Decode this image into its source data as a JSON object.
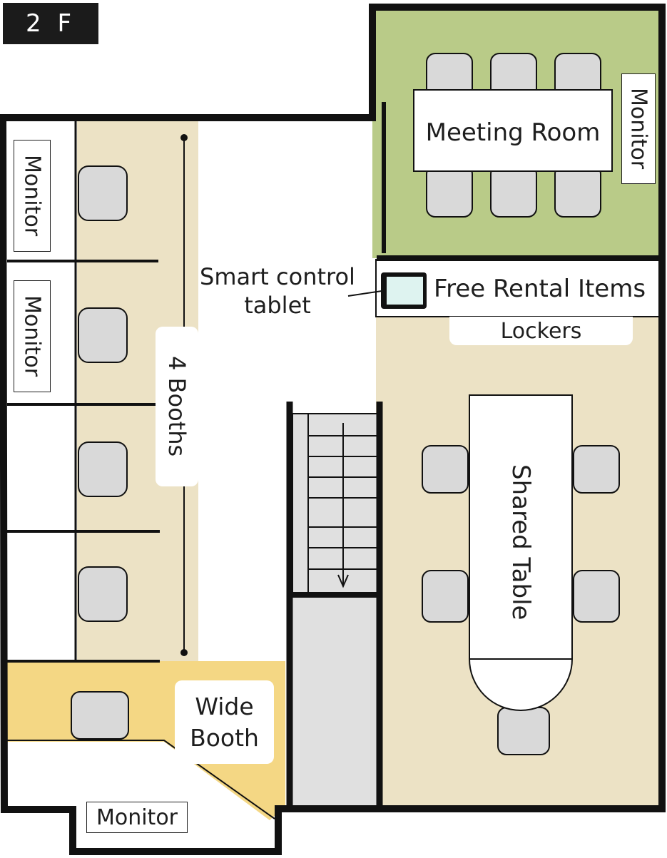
{
  "floor": {
    "label": "2 F"
  },
  "rooms": {
    "meeting_room": "Meeting Room",
    "meeting_monitor": "Monitor",
    "booth_monitor_1": "Monitor",
    "booth_monitor_2": "Monitor",
    "booths": "4 Booths",
    "wide_booth": "Wide\nBooth",
    "wide_monitor": "Monitor",
    "shared_table": "Shared Table",
    "free_rental": "Free Rental Items",
    "lockers": "Lockers",
    "tablet": "Smart control\ntablet"
  },
  "colors": {
    "wall": "#111111",
    "booth_zone": "#ece2c5",
    "meeting_zone": "#b9cb88",
    "wide_booth_zone": "#f4d784",
    "stair_fill": "#e0e0e0",
    "chair_fill": "#d9d9d9",
    "tablet_screen": "#def3f0"
  }
}
